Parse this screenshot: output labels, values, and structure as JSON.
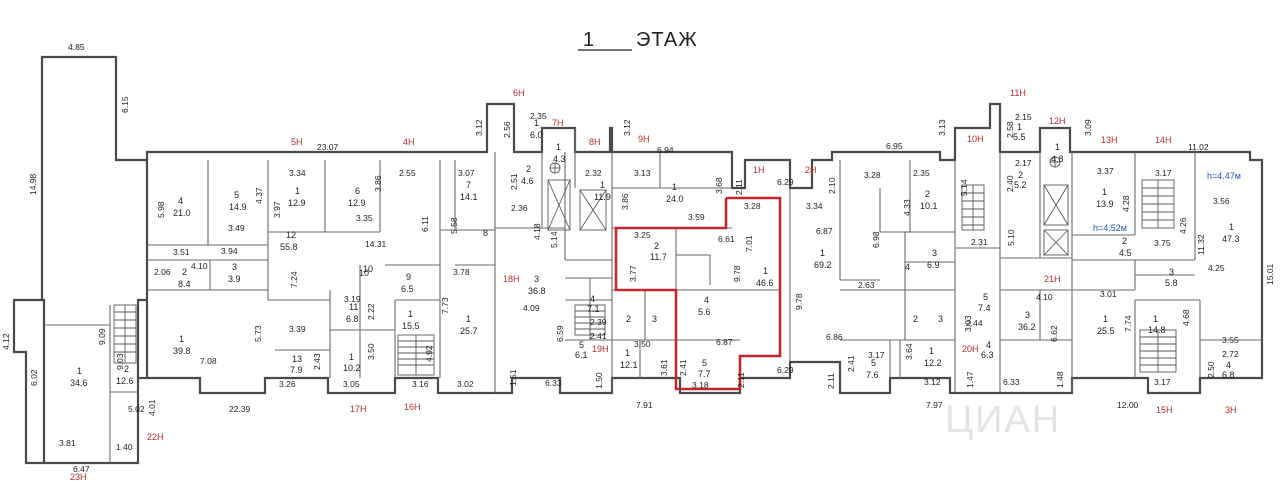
{
  "title": {
    "floor": "1",
    "word": "ЭТАЖ"
  },
  "watermark": "ЦИАН",
  "colors": {
    "walls": "#4a4a4a",
    "highlight": "#c0282c",
    "unit_labels": "#b0302e",
    "height_labels": "#1d55a8"
  },
  "units": [
    {
      "id": "u5h",
      "label": "5Н"
    },
    {
      "id": "u4h",
      "label": "4Н"
    },
    {
      "id": "u6h",
      "label": "6Н"
    },
    {
      "id": "u7h",
      "label": "7Н"
    },
    {
      "id": "u8h",
      "label": "8Н"
    },
    {
      "id": "u9h",
      "label": "9Н"
    },
    {
      "id": "u1h",
      "label": "1Н"
    },
    {
      "id": "u2h",
      "label": "2Н"
    },
    {
      "id": "u10h",
      "label": "10Н"
    },
    {
      "id": "u11h",
      "label": "11Н"
    },
    {
      "id": "u12h",
      "label": "12Н"
    },
    {
      "id": "u13h",
      "label": "13Н"
    },
    {
      "id": "u14h",
      "label": "14Н"
    },
    {
      "id": "u18h",
      "label": "18Н"
    },
    {
      "id": "u19h",
      "label": "19Н"
    },
    {
      "id": "u20h",
      "label": "20Н"
    },
    {
      "id": "u21h",
      "label": "21Н"
    },
    {
      "id": "u17h",
      "label": "17Н"
    },
    {
      "id": "u16h",
      "label": "16Н"
    },
    {
      "id": "u15h",
      "label": "15Н"
    },
    {
      "id": "u3h",
      "label": "3Н"
    },
    {
      "id": "u22h",
      "label": "22Н"
    },
    {
      "id": "u23h",
      "label": "23Н"
    }
  ],
  "heights": [
    {
      "id": "h1",
      "label": "h=4.47м"
    },
    {
      "id": "h2",
      "label": "h=4.52м"
    }
  ],
  "rooms": [
    {
      "id": "r01",
      "num": "4",
      "area": "21.0"
    },
    {
      "id": "r02",
      "num": "5",
      "area": "14.9"
    },
    {
      "id": "r03",
      "num": "1",
      "area": "12.9"
    },
    {
      "id": "r04",
      "num": "6",
      "area": "12.9"
    },
    {
      "id": "r05",
      "num": "7",
      "area": "14.1"
    },
    {
      "id": "r06",
      "num": "12",
      "area": "55.8"
    },
    {
      "id": "r07",
      "num": "2",
      "area": "8.4"
    },
    {
      "id": "r08",
      "num": "3",
      "area": "3.9"
    },
    {
      "id": "r09",
      "num": "9",
      "area": "6.5"
    },
    {
      "id": "r10",
      "num": "10",
      "area": ""
    },
    {
      "id": "r11",
      "num": "11",
      "area": "6.8"
    },
    {
      "id": "r12",
      "num": "1",
      "area": "15.5"
    },
    {
      "id": "r13",
      "num": "1",
      "area": "25.7"
    },
    {
      "id": "r14",
      "num": "1",
      "area": "39.8"
    },
    {
      "id": "r15",
      "num": "13",
      "area": "7.9"
    },
    {
      "id": "r16",
      "num": "1",
      "area": "10.2"
    },
    {
      "id": "r17",
      "num": "8",
      "area": ""
    },
    {
      "id": "r18",
      "num": "1",
      "area": "6.0"
    },
    {
      "id": "r19",
      "num": "2",
      "area": "4.6"
    },
    {
      "id": "r20",
      "num": "3",
      "area": "36.8"
    },
    {
      "id": "r21",
      "num": "1",
      "area": "4.3"
    },
    {
      "id": "r22",
      "num": "1",
      "area": "11.9"
    },
    {
      "id": "r23",
      "num": "1",
      "area": "24.0"
    },
    {
      "id": "r24",
      "num": "2",
      "area": "11.7"
    },
    {
      "id": "r25",
      "num": "1",
      "area": "46.6"
    },
    {
      "id": "r26",
      "num": "4",
      "area": "5.6"
    },
    {
      "id": "r27",
      "num": "4",
      "area": "7.1"
    },
    {
      "id": "r28",
      "num": "2",
      "area": ""
    },
    {
      "id": "r29",
      "num": "3",
      "area": ""
    },
    {
      "id": "r30",
      "num": "5",
      "area": "6.1"
    },
    {
      "id": "r31",
      "num": "1",
      "area": "12.1"
    },
    {
      "id": "r32",
      "num": "5",
      "area": "7.7"
    },
    {
      "id": "r33",
      "num": "1",
      "area": "69.2"
    },
    {
      "id": "r34",
      "num": "2",
      "area": "10.1"
    },
    {
      "id": "r35",
      "num": "3",
      "area": "6.9"
    },
    {
      "id": "r36",
      "num": "4",
      "area": ""
    },
    {
      "id": "r37",
      "num": "5",
      "area": "7.6"
    },
    {
      "id": "r38",
      "num": "1",
      "area": "12.2"
    },
    {
      "id": "r39",
      "num": "2",
      "area": ""
    },
    {
      "id": "r40",
      "num": "3",
      "area": ""
    },
    {
      "id": "r41",
      "num": "1",
      "area": "5.5"
    },
    {
      "id": "r42",
      "num": "2",
      "area": "5.2"
    },
    {
      "id": "r43",
      "num": "1",
      "area": "4.8"
    },
    {
      "id": "r44",
      "num": "5",
      "area": "7.4"
    },
    {
      "id": "r45",
      "num": "3",
      "area": "36.2"
    },
    {
      "id": "r46",
      "num": "4",
      "area": "6.3"
    },
    {
      "id": "r47",
      "num": "1",
      "area": "13.9"
    },
    {
      "id": "r48",
      "num": "2",
      "area": "4.5"
    },
    {
      "id": "r49",
      "num": "1",
      "area": "47.3"
    },
    {
      "id": "r50",
      "num": "3",
      "area": "5.8"
    },
    {
      "id": "r51",
      "num": "1",
      "area": "25.5"
    },
    {
      "id": "r52",
      "num": "1",
      "area": "14.8"
    },
    {
      "id": "r53",
      "num": "4",
      "area": "6.8"
    },
    {
      "id": "r54",
      "num": "1",
      "area": "34.6"
    },
    {
      "id": "r55",
      "num": "2",
      "area": "12.6"
    },
    {
      "id": "r56",
      "num": "1",
      "area": "10"
    }
  ],
  "dims": [
    {
      "id": "d001",
      "v": "4.85"
    },
    {
      "id": "d002",
      "v": "6.15"
    },
    {
      "id": "d003",
      "v": "14.98"
    },
    {
      "id": "d004",
      "v": "23.07"
    },
    {
      "id": "d005",
      "v": "3.34"
    },
    {
      "id": "d006",
      "v": "2.55"
    },
    {
      "id": "d007",
      "v": "3.07"
    },
    {
      "id": "d008",
      "v": "5.98"
    },
    {
      "id": "d009",
      "v": "3.97"
    },
    {
      "id": "d010",
      "v": "4.37"
    },
    {
      "id": "d011",
      "v": "3.86"
    },
    {
      "id": "d012",
      "v": "3.49"
    },
    {
      "id": "d013",
      "v": "3.35"
    },
    {
      "id": "d014",
      "v": "6.11"
    },
    {
      "id": "d015",
      "v": "5.58"
    },
    {
      "id": "d016",
      "v": "3.51"
    },
    {
      "id": "d017",
      "v": "3.94"
    },
    {
      "id": "d018",
      "v": "4.10"
    },
    {
      "id": "d019",
      "v": "14.31"
    },
    {
      "id": "d020",
      "v": "2.06"
    },
    {
      "id": "d021",
      "v": "7.24"
    },
    {
      "id": "d022",
      "v": "3.78"
    },
    {
      "id": "d023",
      "v": "3.19"
    },
    {
      "id": "d024",
      "v": "2.22"
    },
    {
      "id": "d025",
      "v": "7.73"
    },
    {
      "id": "d026",
      "v": "5.73"
    },
    {
      "id": "d027",
      "v": "7.08"
    },
    {
      "id": "d028",
      "v": "3.39"
    },
    {
      "id": "d029",
      "v": "3.50"
    },
    {
      "id": "d030",
      "v": "4.92"
    },
    {
      "id": "d031",
      "v": "2.43"
    },
    {
      "id": "d032",
      "v": "3.26"
    },
    {
      "id": "d033",
      "v": "3.05"
    },
    {
      "id": "d034",
      "v": "3.16"
    },
    {
      "id": "d035",
      "v": "3.02"
    },
    {
      "id": "d036",
      "v": "22.39"
    },
    {
      "id": "d037",
      "v": "3.12"
    },
    {
      "id": "d038",
      "v": "2.56"
    },
    {
      "id": "d039",
      "v": "2.35"
    },
    {
      "id": "d040",
      "v": "2.51"
    },
    {
      "id": "d041",
      "v": "2.36"
    },
    {
      "id": "d042",
      "v": "4.18"
    },
    {
      "id": "d043",
      "v": "4.09"
    },
    {
      "id": "d044",
      "v": "6.59"
    },
    {
      "id": "d045",
      "v": "1.51"
    },
    {
      "id": "d046",
      "v": "6.33"
    },
    {
      "id": "d047",
      "v": "3.12"
    },
    {
      "id": "d048",
      "v": "6.94"
    },
    {
      "id": "d049",
      "v": "2.32"
    },
    {
      "id": "d050",
      "v": "3.13"
    },
    {
      "id": "d051",
      "v": "3.68"
    },
    {
      "id": "d052",
      "v": "3.86"
    },
    {
      "id": "d053",
      "v": "3.59"
    },
    {
      "id": "d054",
      "v": "5.14"
    },
    {
      "id": "d055",
      "v": "3.25"
    },
    {
      "id": "d056",
      "v": "3.77"
    },
    {
      "id": "d057",
      "v": "2.39"
    },
    {
      "id": "d058",
      "v": "2.41"
    },
    {
      "id": "d059",
      "v": "3.50"
    },
    {
      "id": "d060",
      "v": "3.61"
    },
    {
      "id": "d061",
      "v": "1.50"
    },
    {
      "id": "d062",
      "v": "7.91"
    },
    {
      "id": "d063",
      "v": "2.11"
    },
    {
      "id": "d064",
      "v": "6.29"
    },
    {
      "id": "d065",
      "v": "3.28"
    },
    {
      "id": "d066",
      "v": "6.61"
    },
    {
      "id": "d067",
      "v": "7.01"
    },
    {
      "id": "d068",
      "v": "9.78"
    },
    {
      "id": "d069",
      "v": "6.87"
    },
    {
      "id": "d070",
      "v": "2.41"
    },
    {
      "id": "d071",
      "v": "3.18"
    },
    {
      "id": "d072",
      "v": "2.11"
    },
    {
      "id": "d073",
      "v": "2.10"
    },
    {
      "id": "d074",
      "v": "3.34"
    },
    {
      "id": "d075",
      "v": "6.87"
    },
    {
      "id": "d076",
      "v": "9.78"
    },
    {
      "id": "d077",
      "v": "6.86"
    },
    {
      "id": "d078",
      "v": "2.63"
    },
    {
      "id": "d079",
      "v": "6.29"
    },
    {
      "id": "d080",
      "v": "2.11"
    },
    {
      "id": "d081",
      "v": "6.95"
    },
    {
      "id": "d082",
      "v": "3.28"
    },
    {
      "id": "d083",
      "v": "2.35"
    },
    {
      "id": "d084",
      "v": "4.33"
    },
    {
      "id": "d085",
      "v": "6.98"
    },
    {
      "id": "d086",
      "v": "3.13"
    },
    {
      "id": "d087",
      "v": "2.41"
    },
    {
      "id": "d088",
      "v": "3.17"
    },
    {
      "id": "d089",
      "v": "3.64"
    },
    {
      "id": "d090",
      "v": "3.12"
    },
    {
      "id": "d091",
      "v": "7.97"
    },
    {
      "id": "d092",
      "v": "1.47"
    },
    {
      "id": "d093",
      "v": "6.33"
    },
    {
      "id": "d094",
      "v": "1.48"
    },
    {
      "id": "d095",
      "v": "5.14"
    },
    {
      "id": "d096",
      "v": "2.31"
    },
    {
      "id": "d097",
      "v": "2.58"
    },
    {
      "id": "d098",
      "v": "2.15"
    },
    {
      "id": "d099",
      "v": "2.17"
    },
    {
      "id": "d100",
      "v": "2.40"
    },
    {
      "id": "d101",
      "v": "5.10"
    },
    {
      "id": "d102",
      "v": "3.03"
    },
    {
      "id": "d103",
      "v": "2.44"
    },
    {
      "id": "d104",
      "v": "4.10"
    },
    {
      "id": "d105",
      "v": "6.62"
    },
    {
      "id": "d106",
      "v": "3.09"
    },
    {
      "id": "d107",
      "v": "11.02"
    },
    {
      "id": "d108",
      "v": "3.37"
    },
    {
      "id": "d109",
      "v": "3.17"
    },
    {
      "id": "d110",
      "v": "4.28"
    },
    {
      "id": "d111",
      "v": "3.56"
    },
    {
      "id": "d112",
      "v": "4.26"
    },
    {
      "id": "d113",
      "v": "3.75"
    },
    {
      "id": "d114",
      "v": "11.32"
    },
    {
      "id": "d115",
      "v": "4.25"
    },
    {
      "id": "d116",
      "v": "15.01"
    },
    {
      "id": "d117",
      "v": "3.01"
    },
    {
      "id": "d118",
      "v": "7.74"
    },
    {
      "id": "d119",
      "v": "4.68"
    },
    {
      "id": "d120",
      "v": "3.55"
    },
    {
      "id": "d121",
      "v": "2.72"
    },
    {
      "id": "d122",
      "v": "2.50"
    },
    {
      "id": "d123",
      "v": "3.17"
    },
    {
      "id": "d124",
      "v": "12.00"
    },
    {
      "id": "d125",
      "v": "4.12"
    },
    {
      "id": "d126",
      "v": "9.09"
    },
    {
      "id": "d127",
      "v": "6.02"
    },
    {
      "id": "d128",
      "v": "9.03"
    },
    {
      "id": "d129",
      "v": "4.01"
    },
    {
      "id": "d130",
      "v": "3.81"
    },
    {
      "id": "d131",
      "v": "1.40"
    },
    {
      "id": "d132",
      "v": "6.47"
    },
    {
      "id": "d133",
      "v": "5.02"
    }
  ]
}
